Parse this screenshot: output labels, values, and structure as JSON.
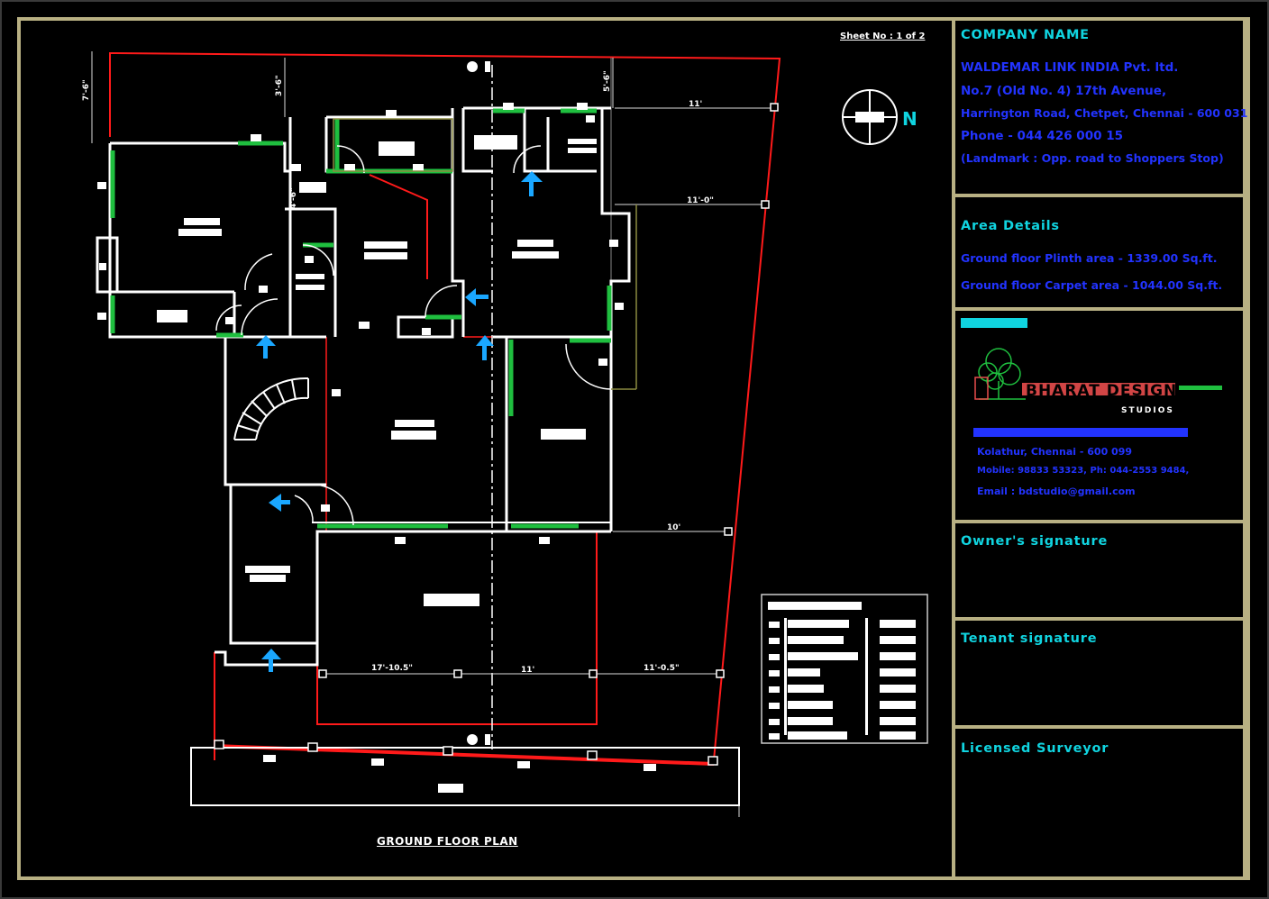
{
  "drawing": {
    "sheet_number": "Sheet No : 1 of 2",
    "plan_title": "GROUND FLOOR PLAN",
    "north_label": "N",
    "dimensions": [
      "7'-6\"",
      "3'-6\"",
      "5'-6\"",
      "11'",
      "11'-0\"",
      "4'-6\"",
      "10'",
      "17'-10.5\"",
      "11'",
      "11'-0.5\""
    ]
  },
  "title_block": {
    "company_heading": "COMPANY NAME",
    "company_lines": [
      "WALDEMAR LINK INDIA Pvt. ltd.",
      "No.7 (Old No. 4) 17th Avenue,",
      "Harrington Road, Chetpet, Chennai - 600 031",
      "Phone - 044 426 000 15",
      "(Landmark : Opp. road to Shoppers Stop)"
    ],
    "area_heading": "Area Details",
    "area_lines": [
      "Ground floor Plinth area - 1339.00 Sq.ft.",
      "Ground floor Carpet area - 1044.00 Sq.ft."
    ],
    "logo_text": "BHARAT DESIGN",
    "logo_subtext": "STUDIOS",
    "contact_lines": [
      "Kolathur, Chennai - 600 099",
      "Mobile: 98833 53323, Ph: 044-2553 9484,",
      "Email : bdstudio@gmail.com"
    ],
    "owner_heading": "Owner's signature",
    "tenant_heading": "Tenant signature",
    "surveyor_heading": "Licensed Surveyor"
  },
  "colors": {
    "frame": "#b8b083",
    "heading": "#10d4e0",
    "text_blue": "#2233ff",
    "wall": "#ffffff",
    "plot_line": "#ff1a1a",
    "window": "#1fbf3f",
    "door_symbol": "#1aa7ff"
  }
}
